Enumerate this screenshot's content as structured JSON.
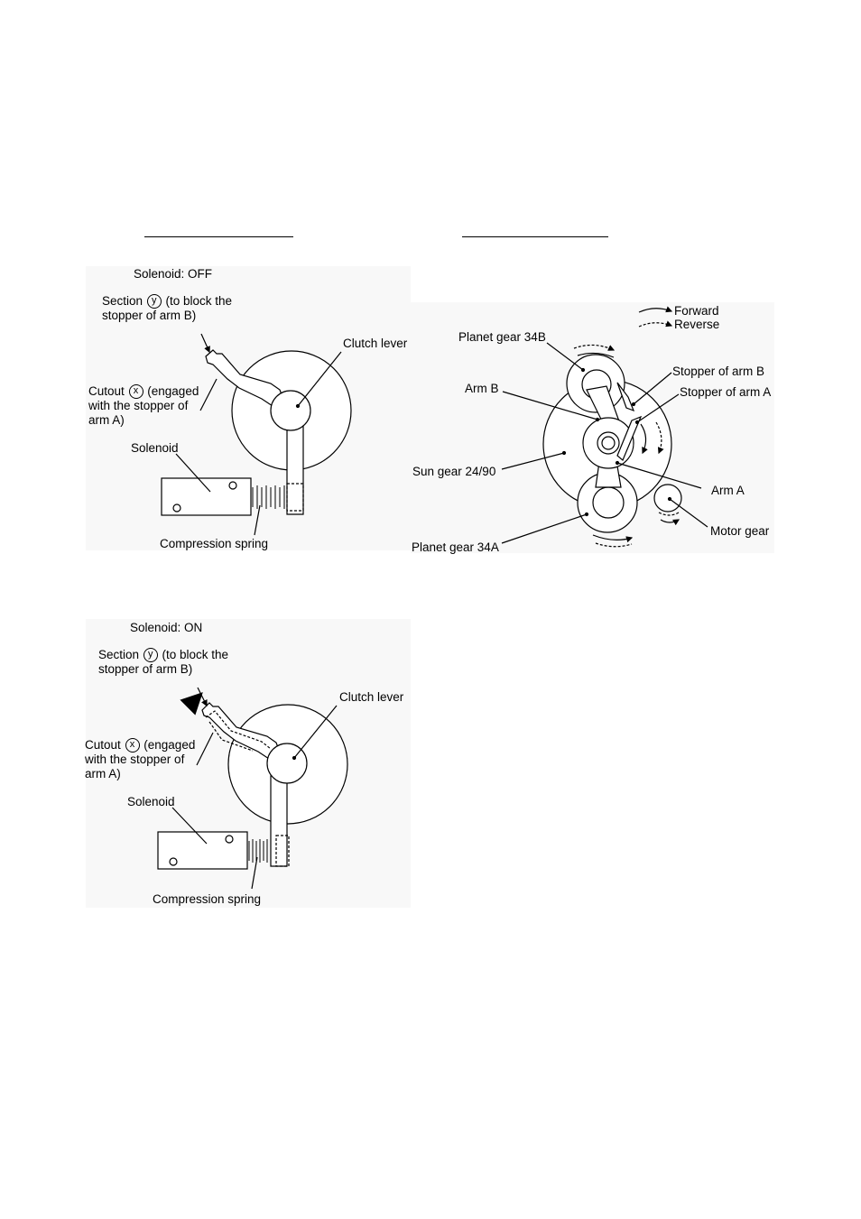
{
  "diagrams": {
    "solenoid_off": {
      "state_label": "Solenoid: OFF",
      "section_label": "Section ",
      "section_mark": "y",
      "section_rest": " (to block the",
      "section_line2": "stopper of arm B)",
      "cutout_label": "Cutout ",
      "cutout_mark": "x",
      "cutout_rest": " (engaged",
      "cutout_line2": "with the stopper of",
      "cutout_line3": "arm A)",
      "clutch_lever": "Clutch lever",
      "solenoid": "Solenoid",
      "spring": "Compression spring"
    },
    "solenoid_on": {
      "state_label": "Solenoid: ON",
      "section_label": "Section ",
      "section_mark": "y",
      "section_rest": " (to block the",
      "section_line2": "stopper of arm B)",
      "cutout_label": "Cutout ",
      "cutout_mark": "x",
      "cutout_rest": " (engaged",
      "cutout_line2": "with the stopper of",
      "cutout_line3": "arm A)",
      "clutch_lever": "Clutch lever",
      "solenoid": "Solenoid",
      "spring": "Compression spring"
    },
    "gear_train": {
      "legend_forward": "Forward",
      "legend_reverse": "Reverse",
      "planet_b": "Planet gear 34B",
      "stopper_b": "Stopper of arm B",
      "arm_b": "Arm B",
      "stopper_a": "Stopper of arm A",
      "sun_gear": "Sun gear 24/90",
      "arm_a": "Arm A",
      "motor_gear": "Motor gear",
      "planet_a": "Planet gear 34A"
    }
  }
}
